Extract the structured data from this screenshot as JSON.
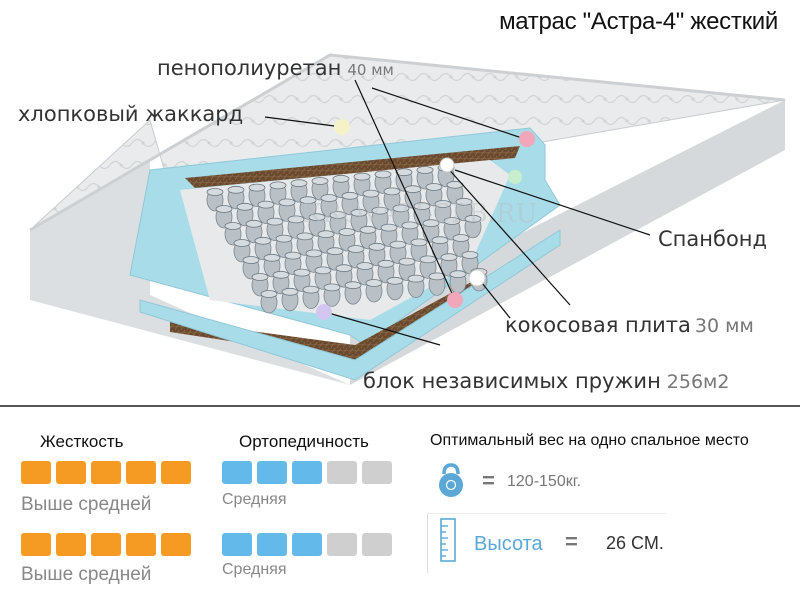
{
  "title": "матрас \"Астра-4\" жесткий",
  "layers": {
    "foam": {
      "label": "пенополиуретан",
      "value": "40 мм"
    },
    "cotton": {
      "label": "хлопковый жаккард"
    },
    "spunbond": {
      "label": "Спанбонд"
    },
    "coco": {
      "label": "кокосовая плита",
      "value": "30 мм"
    },
    "springs": {
      "label": "блок независимых пружин",
      "value": "256м2"
    }
  },
  "watermark": "KROVATI-SPB.RU",
  "colors": {
    "orange": "#f59a23",
    "blue": "#63b9e9",
    "grey": "#cfcfcf",
    "accent": "#5ba8d6"
  },
  "specs": {
    "hardness_title": "Жесткость",
    "orthopedic_title": "Ортопедичность",
    "weight_title": "Оптимальный вес на одно спальное место",
    "rows": [
      {
        "hardness_level": 5,
        "hardness_max": 5,
        "hardness_text": "Выше средней",
        "ortho_level": 3,
        "ortho_max": 5,
        "ortho_text": "Средняя"
      },
      {
        "hardness_level": 5,
        "hardness_max": 5,
        "hardness_text": "Выше средней",
        "ortho_level": 3,
        "ortho_max": 5,
        "ortho_text": "Средняя"
      }
    ],
    "equals": "=",
    "weight_value": "120-150кг.",
    "height_label": "Высота",
    "height_value": "26 СМ."
  },
  "icons": {
    "weight": "kettlebell-icon",
    "height": "ruler-icon"
  }
}
